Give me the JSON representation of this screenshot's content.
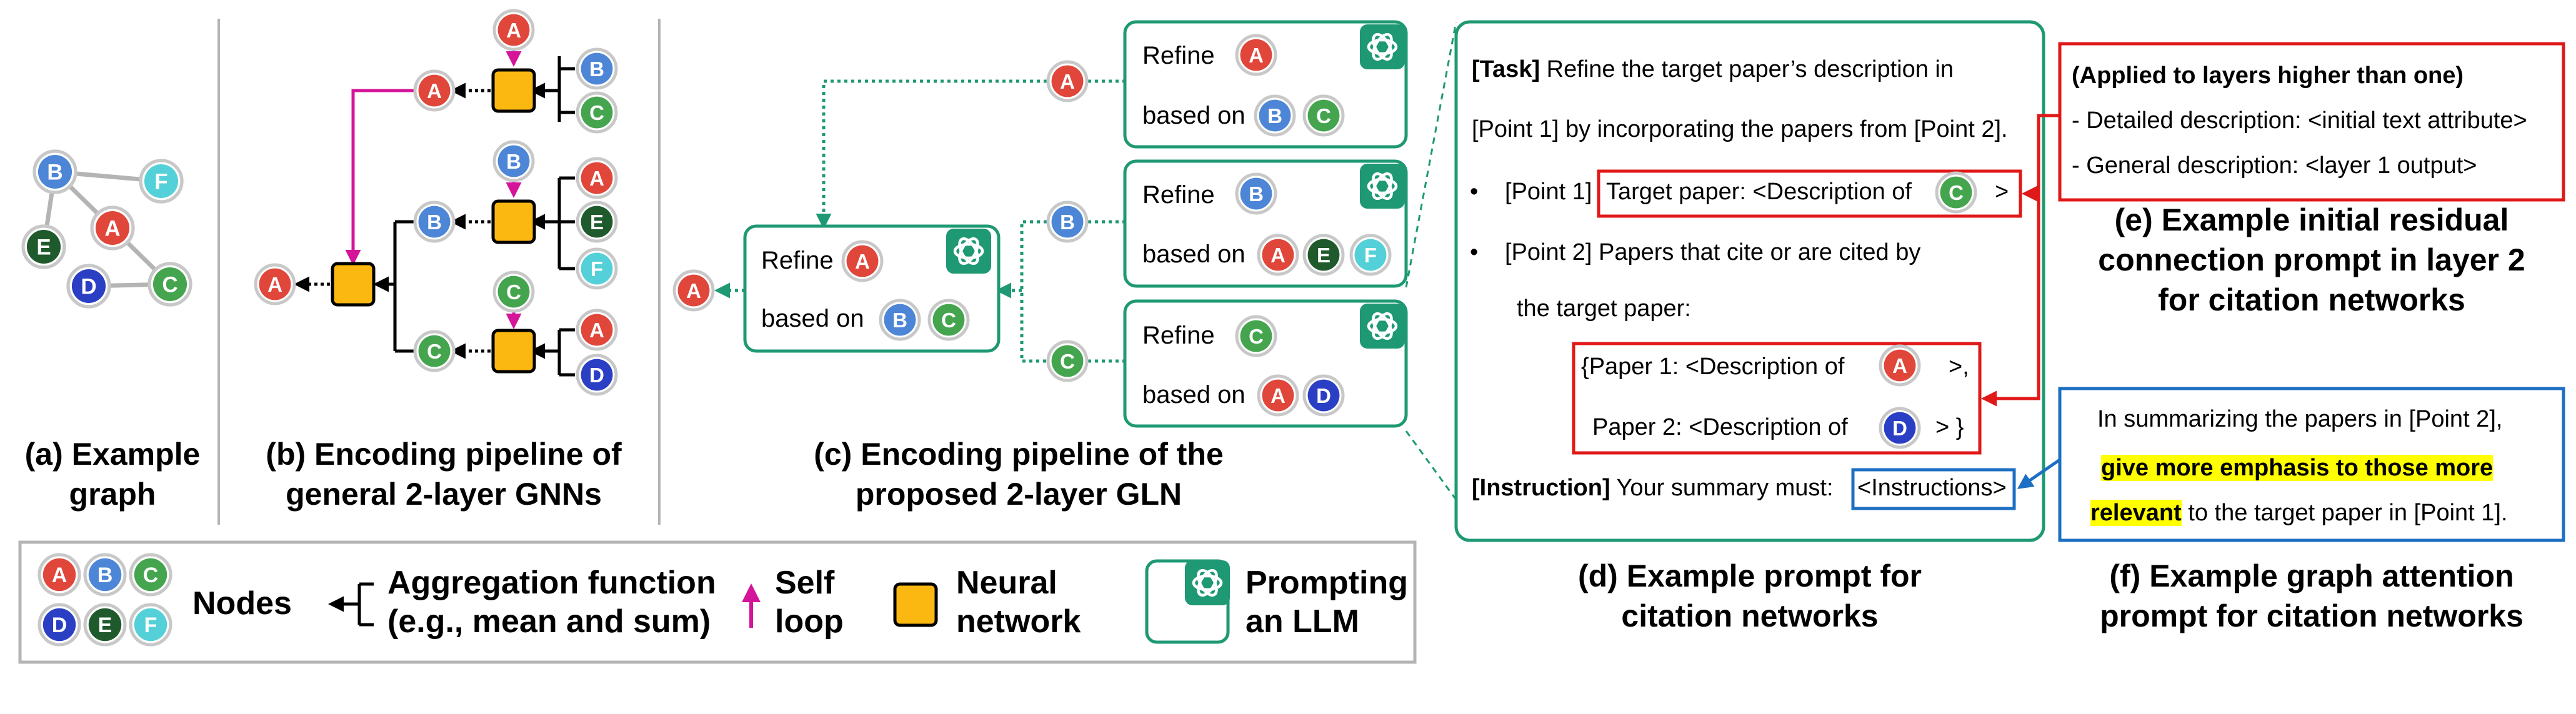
{
  "colors": {
    "A": "#e0463a",
    "B": "#4d86d6",
    "C": "#45a54e",
    "D": "#2a3fc4",
    "E": "#1f5a2c",
    "F": "#54d0d8",
    "teal": "#1e9973",
    "orange": "#fbb811",
    "magenta": "#d4159a",
    "red_box": "#e01818",
    "blue_box": "#1c6fc2",
    "gray": "#b4b4b4"
  },
  "nodes": {
    "A": "A",
    "B": "B",
    "C": "C",
    "D": "D",
    "E": "E",
    "F": "F"
  },
  "captions": {
    "a": [
      "(a) Example",
      "graph"
    ],
    "b": [
      "(b) Encoding pipeline of",
      "general 2-layer GNNs"
    ],
    "c": [
      "(c) Encoding pipeline of the",
      "proposed 2-layer GLN"
    ],
    "d": [
      "(d) Example prompt for",
      "citation networks"
    ],
    "e": [
      "(e) Example initial residual",
      "connection prompt in layer 2",
      "for citation networks"
    ],
    "f": [
      "(f) Example graph attention",
      "prompt for citation networks"
    ]
  },
  "gln": {
    "refine": "Refine",
    "based_on": "based on"
  },
  "prompt_d": {
    "task_tag": "[Task]",
    "task_line1": " Refine the target paper’s description in",
    "task_line2": "[Point 1] by incorporating the papers from [Point 2].",
    "bullet": "•",
    "p1_tag": "[Point 1]",
    "p1_text": "Target paper: <Description of",
    "p1_end": ">",
    "p2_line1": "[Point 2] Papers that cite or are cited by",
    "p2_line2": "the target paper:",
    "paper1_pre": "{Paper 1: <Description of",
    "paper1_post": ">,",
    "paper2_pre": "Paper 2: <Description of",
    "paper2_post": "> }",
    "instr_tag": "[Instruction]",
    "instr_text": " Your summary must:",
    "instr_box": "<Instructions>"
  },
  "prompt_e": {
    "line1": "(Applied to layers higher than one)",
    "line2": "- Detailed description: <initial text attribute>",
    "line3": "- General description: <layer 1 output>"
  },
  "prompt_f": {
    "line1": "In summarizing the papers in [Point 2],",
    "hl1": "give more emphasis to those more",
    "hl2": "relevant",
    "line3_rest": " to the target paper in [Point 1]."
  },
  "legend": {
    "nodes": "Nodes",
    "agg1": "Aggregation function",
    "agg2": "(e.g., mean and sum)",
    "self1": "Self",
    "self2": "loop",
    "nn1": "Neural",
    "nn2": "network",
    "llm1": "Prompting",
    "llm2": "an LLM"
  }
}
